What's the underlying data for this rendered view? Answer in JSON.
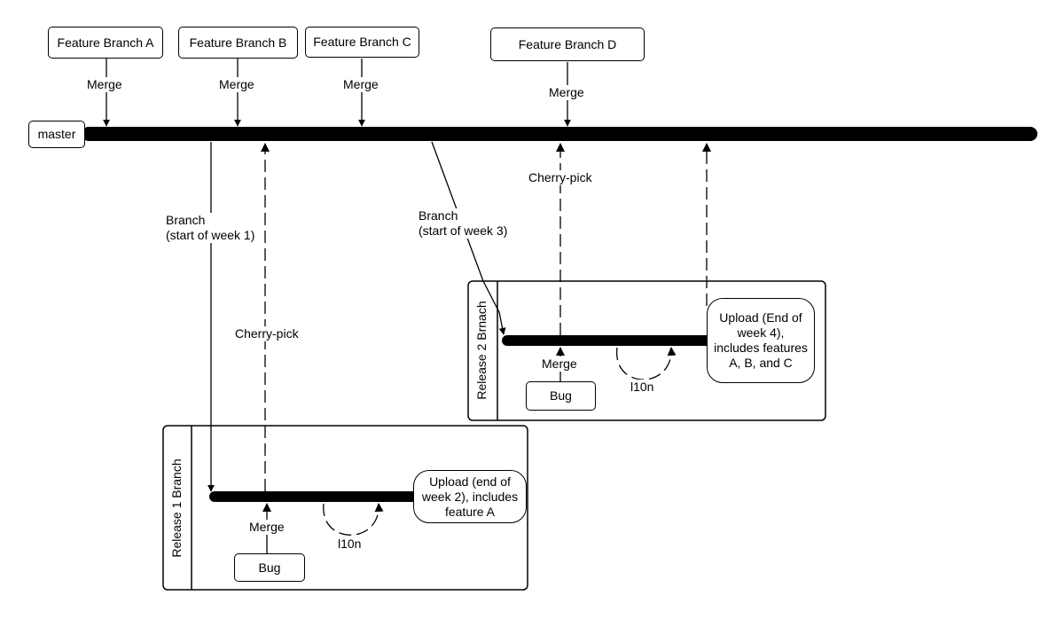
{
  "feature_branches": [
    {
      "label": "Feature Branch A",
      "merge_label": "Merge"
    },
    {
      "label": "Feature Branch B",
      "merge_label": "Merge"
    },
    {
      "label": "Feature Branch C",
      "merge_label": "Merge"
    },
    {
      "label": "Feature Branch D",
      "merge_label": "Merge"
    }
  ],
  "master": {
    "label": "master"
  },
  "branch_week1": {
    "line1": "Branch",
    "line2": "(start of week 1)"
  },
  "branch_week3": {
    "line1": "Branch",
    "line2": "(start of week 3)"
  },
  "cherry_pick_1": "Cherry-pick",
  "cherry_pick_2": "Cherry-pick",
  "release1": {
    "title": "Release 1 Branch",
    "upload": {
      "line1": "Upload (end of",
      "line2": "week 2), includes",
      "line3": "feature A"
    },
    "merge_label": "Merge",
    "bug_label": "Bug",
    "l10n_label": "l10n"
  },
  "release2": {
    "title": "Release 2 Brnach",
    "upload": {
      "line1": "Upload (End of",
      "line2": "week 4),",
      "line3": "includes features",
      "line4": "A, B, and C"
    },
    "merge_label": "Merge",
    "bug_label": "Bug",
    "l10n_label": "l10n"
  }
}
